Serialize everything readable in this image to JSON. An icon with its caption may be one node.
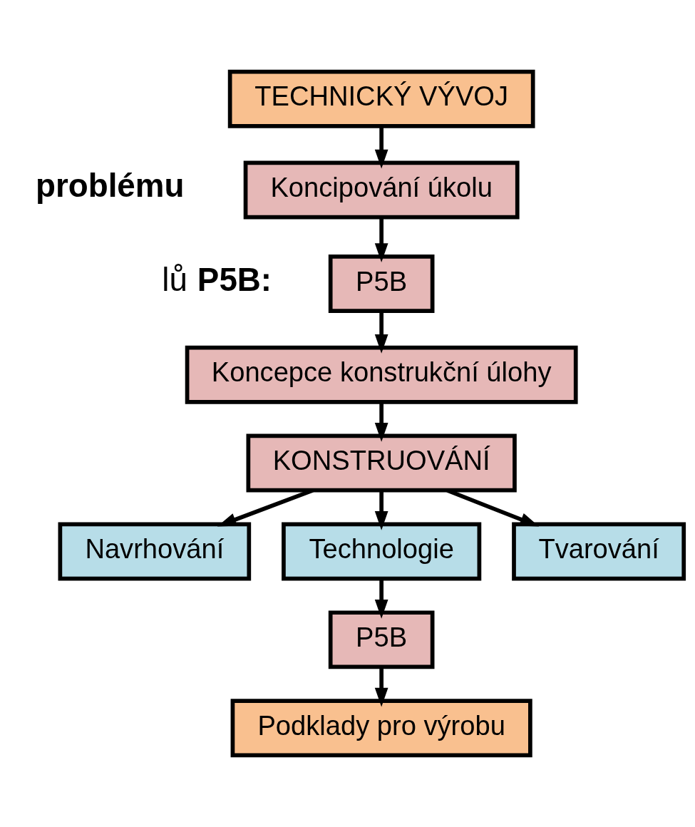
{
  "diagram": {
    "nodes": [
      {
        "text": [
          "TECHNICKÝ VÝVOJ"
        ]
      },
      {
        "text": [
          "Koncipování úkolu"
        ]
      },
      {
        "text": [
          "P5B"
        ]
      },
      {
        "text": [
          "Koncepce konstrukční úlohy"
        ]
      },
      {
        "text": [
          "KONSTRUOVÁNÍ"
        ]
      },
      {
        "text": [
          "Navrhování"
        ]
      },
      {
        "text": [
          "Technologie"
        ]
      },
      {
        "text": [
          "Tvarování"
        ]
      },
      {
        "text": [
          "P5B"
        ]
      },
      {
        "text": [
          "Podklady pro výrobu"
        ]
      }
    ],
    "edges": [
      {
        "from": 0,
        "to": 1,
        "arrow": "to"
      },
      {
        "from": 1,
        "to": 2,
        "arrow": "to"
      },
      {
        "from": 2,
        "to": 3,
        "arrow": "to"
      },
      {
        "from": 3,
        "to": 4,
        "arrow": "to"
      },
      {
        "from": 4,
        "to": 5,
        "arrow": "to"
      },
      {
        "from": 4,
        "to": 6,
        "arrow": "to"
      },
      {
        "from": 4,
        "to": 7,
        "arrow": "to"
      },
      {
        "from": 6,
        "to": 8,
        "arrow": "to"
      },
      {
        "from": 8,
        "to": 9,
        "arrow": "to"
      }
    ],
    "labels": [
      "**problému**",
      "lů **P5B:**"
    ]
  }
}
